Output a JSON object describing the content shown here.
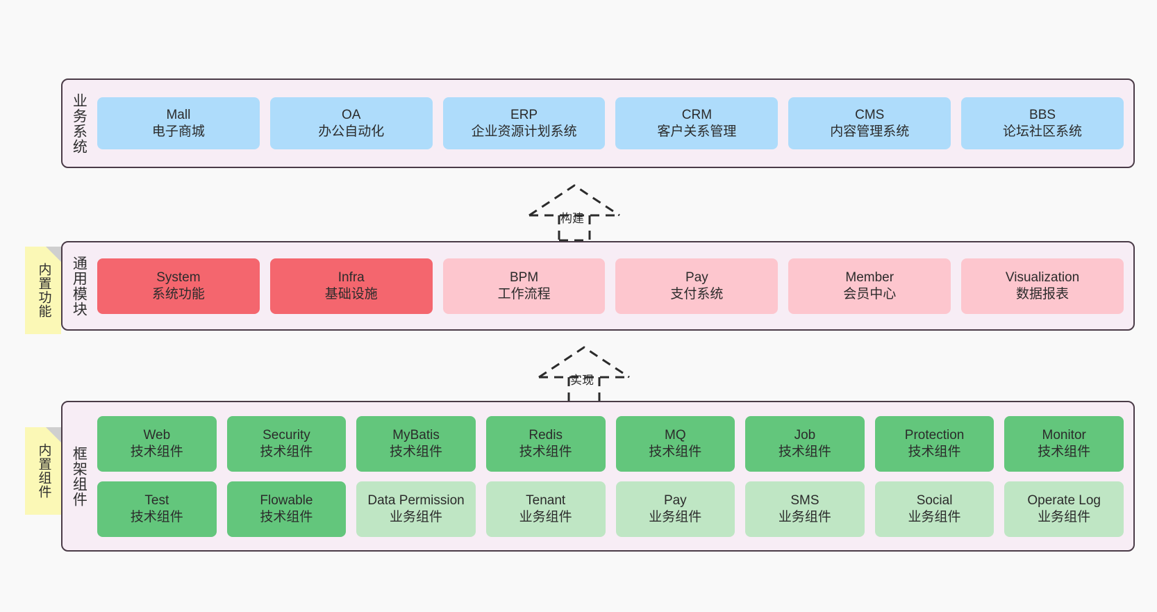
{
  "diagram": {
    "title": "",
    "background_color": "#f9f9f9",
    "panel_color": "#f7edf5",
    "panel_border_color": "#4a3b47",
    "sticky_color": "#fbf8b6"
  },
  "layers": [
    {
      "id": "business-systems",
      "label": "业务系统",
      "sticky": null,
      "rows": [
        {
          "cards": [
            {
              "en": "Mall",
              "cn": "电子商城",
              "color": "#aedcfb",
              "variant": "c-blue"
            },
            {
              "en": "OA",
              "cn": "办公自动化",
              "color": "#aedcfb",
              "variant": "c-blue"
            },
            {
              "en": "ERP",
              "cn": "企业资源计划系统",
              "color": "#aedcfb",
              "variant": "c-blue"
            },
            {
              "en": "CRM",
              "cn": "客户关系管理",
              "color": "#aedcfb",
              "variant": "c-blue"
            },
            {
              "en": "CMS",
              "cn": "内容管理系统",
              "color": "#aedcfb",
              "variant": "c-blue"
            },
            {
              "en": "BBS",
              "cn": "论坛社区系统",
              "color": "#aedcfb",
              "variant": "c-blue"
            }
          ]
        }
      ]
    },
    {
      "id": "common-modules",
      "label": "通用模块",
      "sticky": "内置功能",
      "rows": [
        {
          "cards": [
            {
              "en": "System",
              "cn": "系统功能",
              "color": "#f4666e",
              "variant": "c-red"
            },
            {
              "en": "Infra",
              "cn": "基础设施",
              "color": "#f4666e",
              "variant": "c-red"
            },
            {
              "en": "BPM",
              "cn": "工作流程",
              "color": "#fdc6ce",
              "variant": "c-pink"
            },
            {
              "en": "Pay",
              "cn": "支付系统",
              "color": "#fdc6ce",
              "variant": "c-pink"
            },
            {
              "en": "Member",
              "cn": "会员中心",
              "color": "#fdc6ce",
              "variant": "c-pink"
            },
            {
              "en": "Visualization",
              "cn": "数据报表",
              "color": "#fdc6ce",
              "variant": "c-pink"
            }
          ]
        }
      ]
    },
    {
      "id": "framework-components",
      "label": "框架组件",
      "sticky": "内置组件",
      "rows": [
        {
          "cards": [
            {
              "en": "Web",
              "cn": "技术组件",
              "color": "#63c67c",
              "variant": "c-green-dark"
            },
            {
              "en": "Security",
              "cn": "技术组件",
              "color": "#63c67c",
              "variant": "c-green-dark"
            },
            {
              "en": "MyBatis",
              "cn": "技术组件",
              "color": "#63c67c",
              "variant": "c-green-dark"
            },
            {
              "en": "Redis",
              "cn": "技术组件",
              "color": "#63c67c",
              "variant": "c-green-dark"
            },
            {
              "en": "MQ",
              "cn": "技术组件",
              "color": "#63c67c",
              "variant": "c-green-dark"
            },
            {
              "en": "Job",
              "cn": "技术组件",
              "color": "#63c67c",
              "variant": "c-green-dark"
            },
            {
              "en": "Protection",
              "cn": "技术组件",
              "color": "#63c67c",
              "variant": "c-green-dark"
            },
            {
              "en": "Monitor",
              "cn": "技术组件",
              "color": "#63c67c",
              "variant": "c-green-dark"
            }
          ]
        },
        {
          "cards": [
            {
              "en": "Test",
              "cn": "技术组件",
              "color": "#63c67c",
              "variant": "c-green-dark"
            },
            {
              "en": "Flowable",
              "cn": "技术组件",
              "color": "#63c67c",
              "variant": "c-green-dark"
            },
            {
              "en": "Data Permission",
              "cn": "业务组件",
              "color": "#bfe6c4",
              "variant": "c-green-light"
            },
            {
              "en": "Tenant",
              "cn": "业务组件",
              "color": "#bfe6c4",
              "variant": "c-green-light"
            },
            {
              "en": "Pay",
              "cn": "业务组件",
              "color": "#bfe6c4",
              "variant": "c-green-light"
            },
            {
              "en": "SMS",
              "cn": "业务组件",
              "color": "#bfe6c4",
              "variant": "c-green-light"
            },
            {
              "en": "Social",
              "cn": "业务组件",
              "color": "#bfe6c4",
              "variant": "c-green-light"
            },
            {
              "en": "Operate Log",
              "cn": "业务组件",
              "color": "#bfe6c4",
              "variant": "c-green-light"
            }
          ]
        }
      ]
    }
  ],
  "connectors": [
    {
      "id": "build",
      "label": "构建",
      "style": "dashed-hollow-triangle-up",
      "from": "common-modules",
      "to": "business-systems"
    },
    {
      "id": "implement",
      "label": "实现",
      "style": "dashed-hollow-triangle-up",
      "from": "framework-components",
      "to": "common-modules"
    }
  ]
}
